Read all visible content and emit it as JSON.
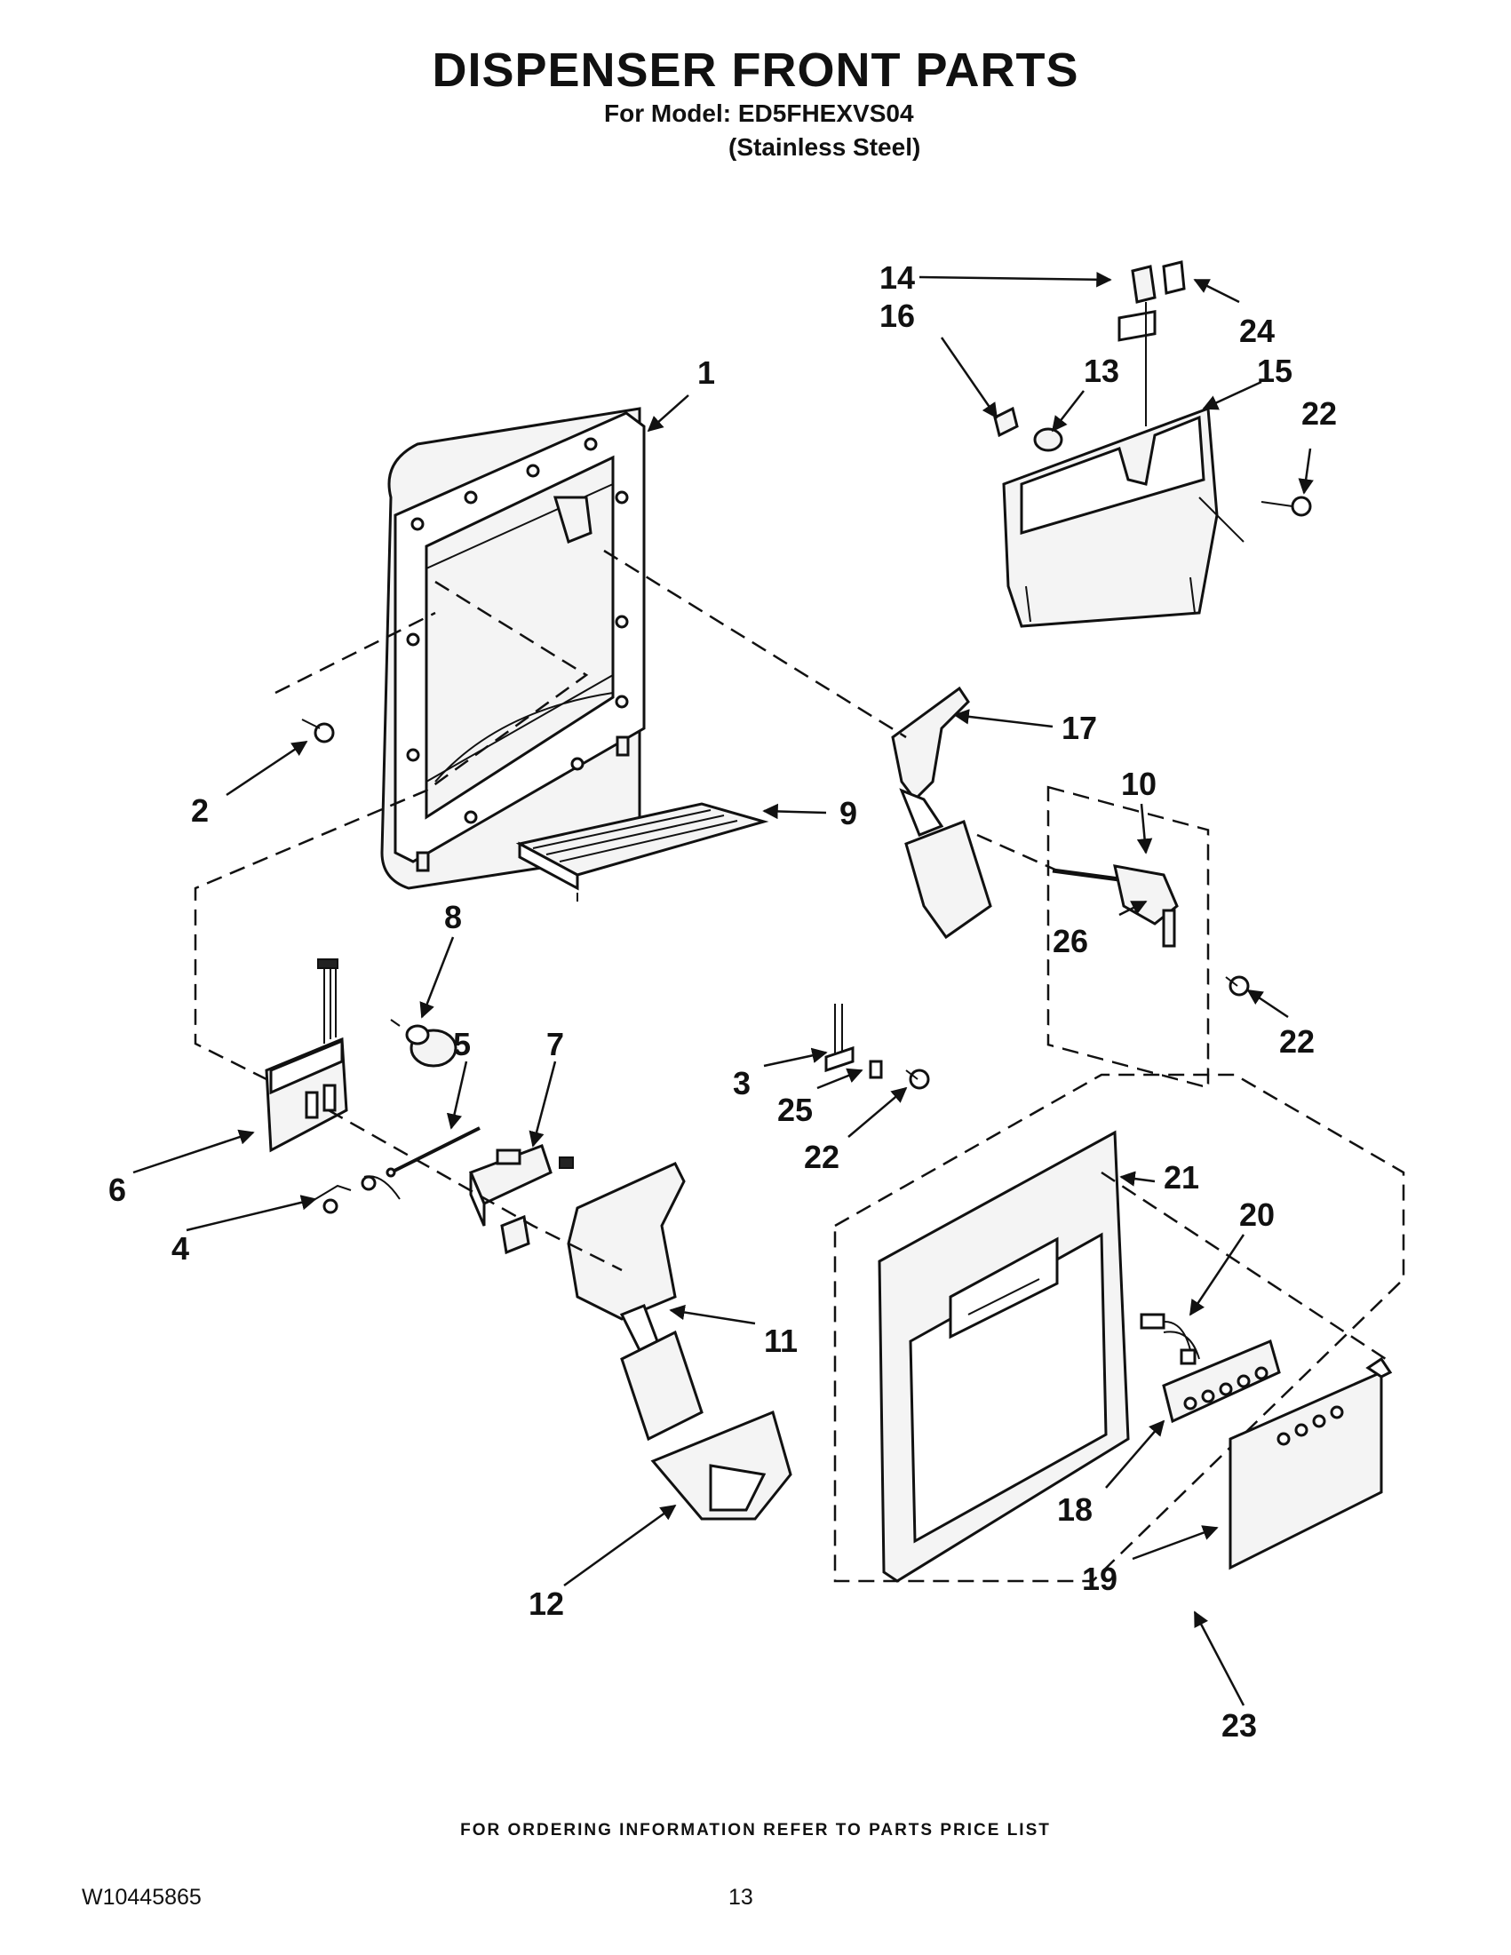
{
  "header": {
    "title": "DISPENSER FRONT PARTS",
    "model_line": "For Model: ED5FHEXVS04",
    "variant_line": "(Stainless Steel)"
  },
  "callouts": [
    {
      "id": "c1",
      "label": "1"
    },
    {
      "id": "c2",
      "label": "2"
    },
    {
      "id": "c3",
      "label": "3"
    },
    {
      "id": "c4",
      "label": "4"
    },
    {
      "id": "c5",
      "label": "5"
    },
    {
      "id": "c6",
      "label": "6"
    },
    {
      "id": "c7",
      "label": "7"
    },
    {
      "id": "c8",
      "label": "8"
    },
    {
      "id": "c9",
      "label": "9"
    },
    {
      "id": "c10",
      "label": "10"
    },
    {
      "id": "c11",
      "label": "11"
    },
    {
      "id": "c12",
      "label": "12"
    },
    {
      "id": "c13",
      "label": "13"
    },
    {
      "id": "c14",
      "label": "14"
    },
    {
      "id": "c15",
      "label": "15"
    },
    {
      "id": "c16",
      "label": "16"
    },
    {
      "id": "c17",
      "label": "17"
    },
    {
      "id": "c18",
      "label": "18"
    },
    {
      "id": "c19",
      "label": "19"
    },
    {
      "id": "c20",
      "label": "20"
    },
    {
      "id": "c21",
      "label": "21"
    },
    {
      "id": "c22a",
      "label": "22"
    },
    {
      "id": "c22b",
      "label": "22"
    },
    {
      "id": "c22c",
      "label": "22"
    },
    {
      "id": "c23",
      "label": "23"
    },
    {
      "id": "c24",
      "label": "24"
    },
    {
      "id": "c25",
      "label": "25"
    },
    {
      "id": "c26",
      "label": "26"
    }
  ],
  "footer": {
    "ordering_note": "FOR ORDERING INFORMATION REFER TO PARTS PRICE LIST",
    "document_number": "W10445865",
    "page_number": "13"
  }
}
